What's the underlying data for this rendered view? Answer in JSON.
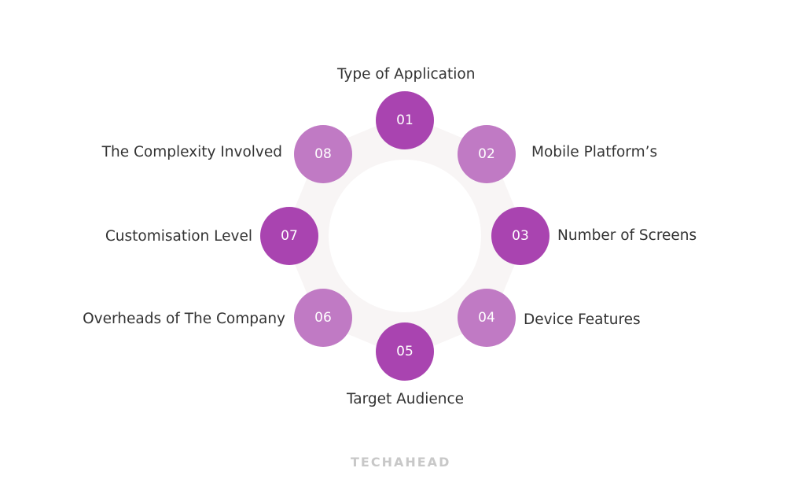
{
  "items": [
    {
      "num": "01",
      "label": "Type of Application"
    },
    {
      "num": "02",
      "label": "Mobile Platform’s"
    },
    {
      "num": "03",
      "label": "Number of Screens"
    },
    {
      "num": "04",
      "label": "Device Features"
    },
    {
      "num": "05",
      "label": "Target Audience"
    },
    {
      "num": "06",
      "label": "Overheads of The Company"
    },
    {
      "num": "07",
      "label": "Customisation Level"
    },
    {
      "num": "08",
      "label": "The Complexity Involved"
    }
  ],
  "logo": "TECHAHEAD",
  "colors": {
    "dark": "#a944b0",
    "light": "#c07ac4",
    "gear": "#f8f5f5"
  }
}
